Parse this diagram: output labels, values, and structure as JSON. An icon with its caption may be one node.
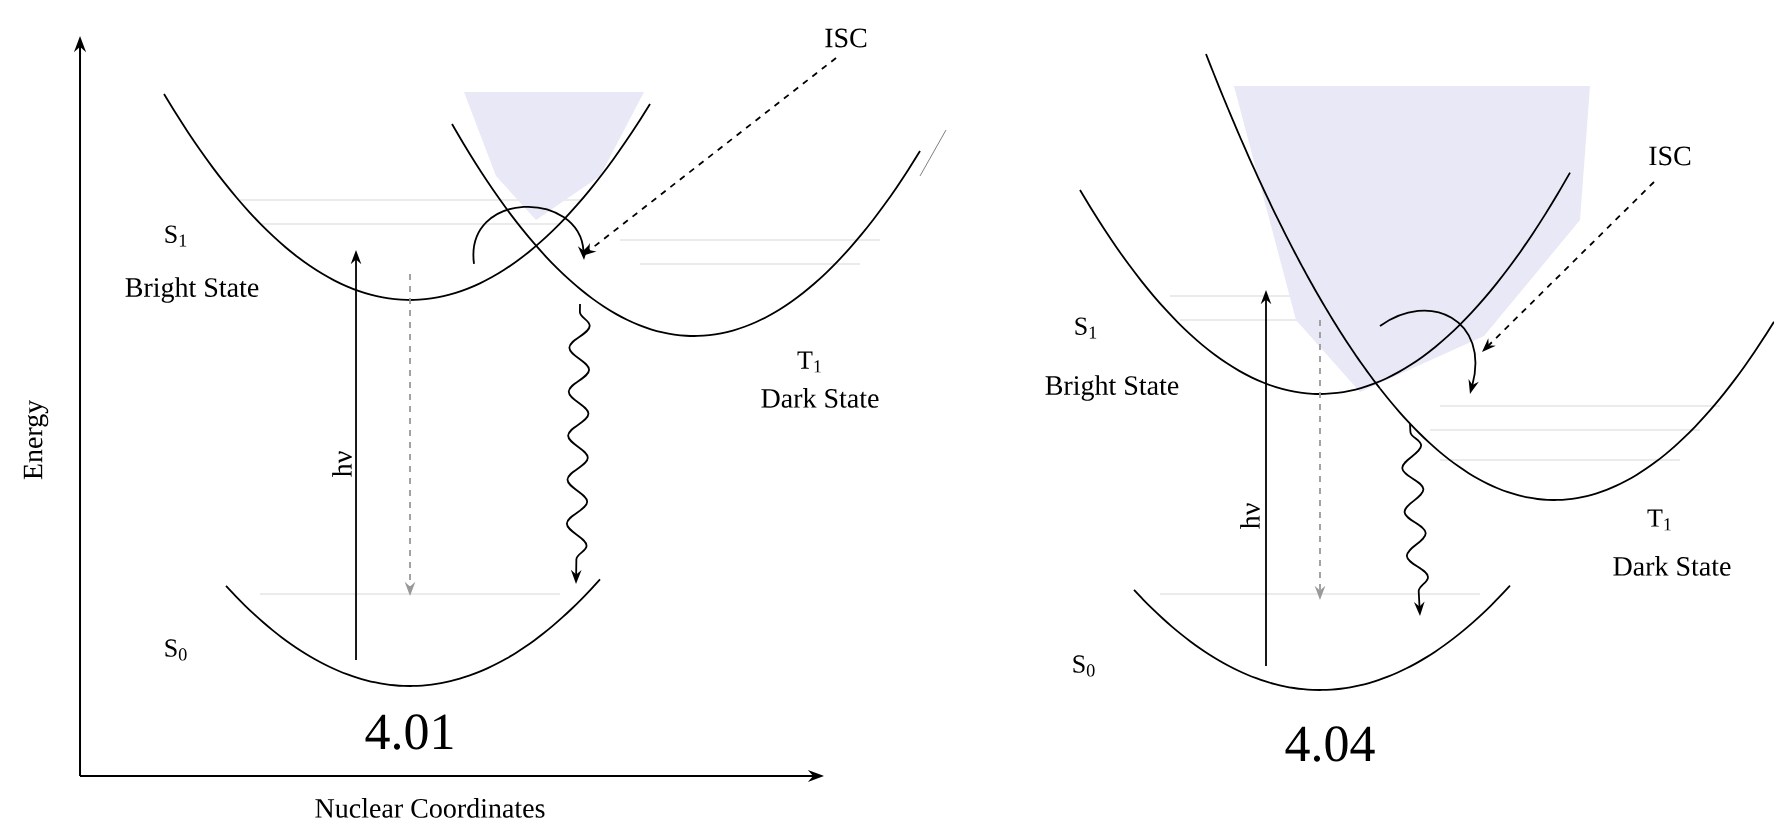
{
  "diagram": {
    "nodes": [
      {
        "text": [
          "S$_{1}$",
          "Bright State"
        ]
      },
      {
        "text": [
          "ISC"
        ]
      },
      {
        "text": [],
        "shape": "curve",
        "beside": [
          "T$_{1}$",
          "Dark State"
        ]
      },
      {
        "text": [],
        "shape": "curve",
        "beside": [
          "S$_{0}$"
        ]
      },
      {
        "text": [
          "S$_{1}$",
          "Bright State"
        ]
      },
      {
        "text": [
          "ISC"
        ]
      },
      {
        "text": [],
        "shape": "curve",
        "beside": [
          "T$_{1}$",
          "Dark State"
        ]
      },
      {
        "text": [],
        "shape": "curve",
        "beside": [
          "S$_{0}$"
        ]
      }
    ],
    "edges": [
      {
        "from": 3,
        "to": 0,
        "arrow": "to",
        "label": "hν"
      },
      {
        "from": 0,
        "to": 3,
        "arrow": "to",
        "style": "dashed",
        "color": "#999999"
      },
      {
        "from": 2,
        "to": 3,
        "arrow": "to"
      },
      {
        "from": 0,
        "to": 2,
        "arrow": "to"
      },
      {
        "from": 1,
        "to": 2,
        "arrow": "to",
        "style": "dashed"
      },
      {
        "from": 7,
        "to": 4,
        "arrow": "to",
        "label": "hν"
      },
      {
        "from": 4,
        "to": 7,
        "arrow": "to",
        "style": "dashed",
        "color": "#999999"
      },
      {
        "from": 6,
        "to": 7,
        "arrow": "to"
      },
      {
        "from": 4,
        "to": 6,
        "arrow": "to"
      },
      {
        "from": 5,
        "to": 4,
        "arrow": "to",
        "style": "dashed"
      }
    ],
    "labels": [
      "4.01",
      "Energy",
      "Nuclear Coordinates",
      "4.04"
    ]
  }
}
